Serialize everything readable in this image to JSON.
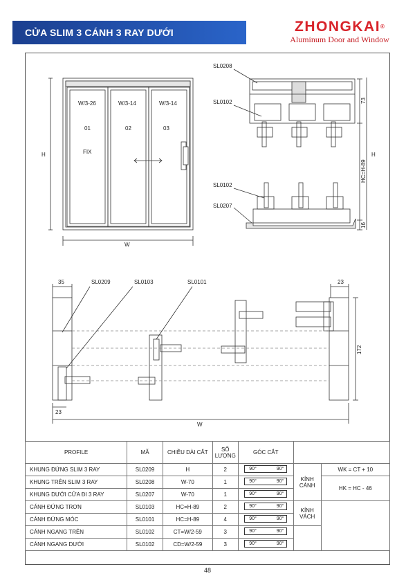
{
  "header": {
    "title": "CỬA SLIM 3 CÁNH 3 RAY DƯỚI",
    "logo_name": "ZHONGKAI",
    "logo_reg": "®",
    "logo_tagline": "Aluminum Door and Window"
  },
  "elevation": {
    "panels": [
      "W/3-26",
      "W/3-14",
      "W/3-14"
    ],
    "numbers": [
      "01",
      "02",
      "03"
    ],
    "fix_label": "FIX",
    "height_label": "H",
    "width_label": "W"
  },
  "vertical_section": {
    "top_labels": [
      "SL0208",
      "SL0102"
    ],
    "bottom_labels": [
      "SL0102",
      "SL0207"
    ],
    "dim_top": "73",
    "dim_mid": "HC=H-89",
    "dim_bottom": "16",
    "height_label": "H"
  },
  "horizontal_section": {
    "labels": [
      "SL0209",
      "SL0103",
      "SL0101"
    ],
    "dim_left": "35",
    "dim_right": "23",
    "dim_bottom_left": "23",
    "dim_height": "172",
    "width_label": "W"
  },
  "table": {
    "headers": [
      "PROFILE",
      "MÃ",
      "CHIỀU DÀI CẮT",
      "SỐ LƯỢNG",
      "GÓC CẮT"
    ],
    "rows": [
      {
        "profile": "KHUNG ĐỨNG SLIM 3 RAY",
        "code": "SL0209",
        "length": "H",
        "qty": "2",
        "a1": "90°",
        "a2": "90°"
      },
      {
        "profile": "KHUNG TRÊN SLIM 3 RAY",
        "code": "SL0208",
        "length": "W-70",
        "qty": "1",
        "a1": "90°",
        "a2": "90°"
      },
      {
        "profile": "KHUNG DƯỚI CỬA ĐI 3 RAY",
        "code": "SL0207",
        "length": "W-70",
        "qty": "1",
        "a1": "90°",
        "a2": "90°"
      },
      {
        "profile": "CÁNH ĐỨNG TRƠN",
        "code": "SL0103",
        "length": "HC=H-89",
        "qty": "2",
        "a1": "90°",
        "a2": "90°"
      },
      {
        "profile": "CÁNH ĐỨNG MÓC",
        "code": "SL0101",
        "length": "HC=H-89",
        "qty": "4",
        "a1": "90°",
        "a2": "90°"
      },
      {
        "profile": "CÁNH NGANG TRÊN",
        "code": "SL0102",
        "length": "CT=W/2-59",
        "qty": "3",
        "a1": "90°",
        "a2": "90°"
      },
      {
        "profile": "CÁNH NGANG DƯỚI",
        "code": "SL0102",
        "length": "CD=W/2-59",
        "qty": "3",
        "a1": "90°",
        "a2": "90°"
      }
    ],
    "glass_sash_label": "KÍNH CÁNH",
    "glass_fixed_label": "KÍNH VÁCH",
    "formula_wk": "WK = CT + 10",
    "formula_hk": "HK = HC - 46"
  },
  "page_number": "48"
}
